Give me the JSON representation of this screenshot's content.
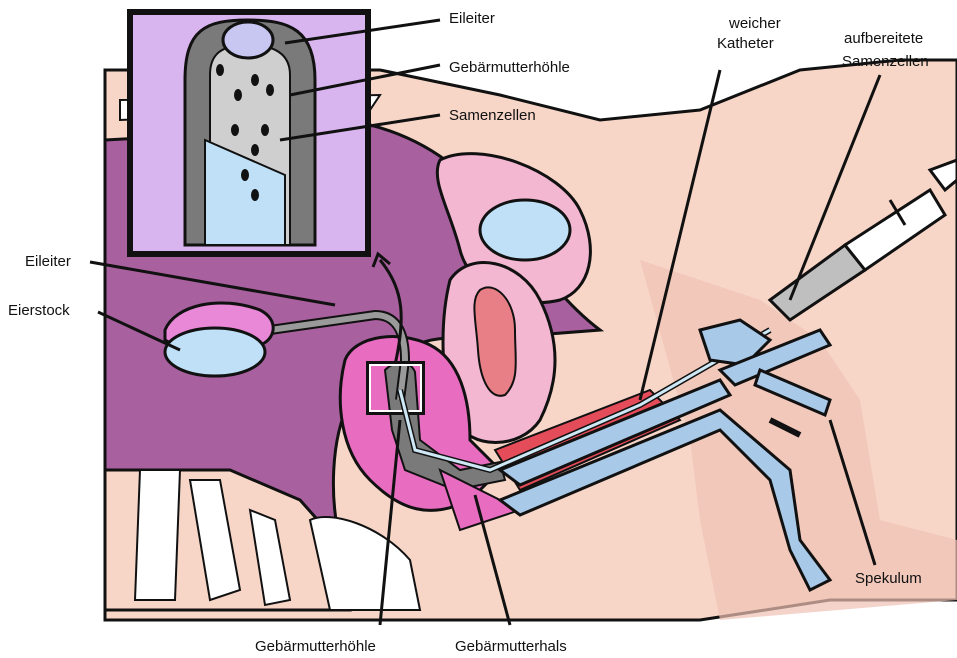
{
  "labels": {
    "inset_eileiter": "Eileiter",
    "inset_gebaermutterhoehle": "Gebärmutterhöhle",
    "inset_samenzellen": "Samenzellen",
    "weicher": "weicher",
    "katheter": "Katheter",
    "aufbereitete": "aufbereitete",
    "samenzellen": "Samenzellen",
    "eileiter": "Eileiter",
    "eierstock": "Eierstock",
    "spekulum": "Spekulum",
    "gebaermutterhoehle": "Gebärmutterhöhle",
    "gebaermutterhals": "Gebärmutterhals"
  },
  "colors": {
    "skin": "#f7d6c8",
    "peritoneum": "#a8609e",
    "uterus": "#e86cc0",
    "bladder": "#f3b7d1",
    "rectum_lining": "#e97f86",
    "inset_bg": "#d9b5f0",
    "speculum": "#a9c9e8",
    "catheter_tube": "#8a8a8a",
    "fluid": "#bfe0f6",
    "outline": "#111111"
  }
}
